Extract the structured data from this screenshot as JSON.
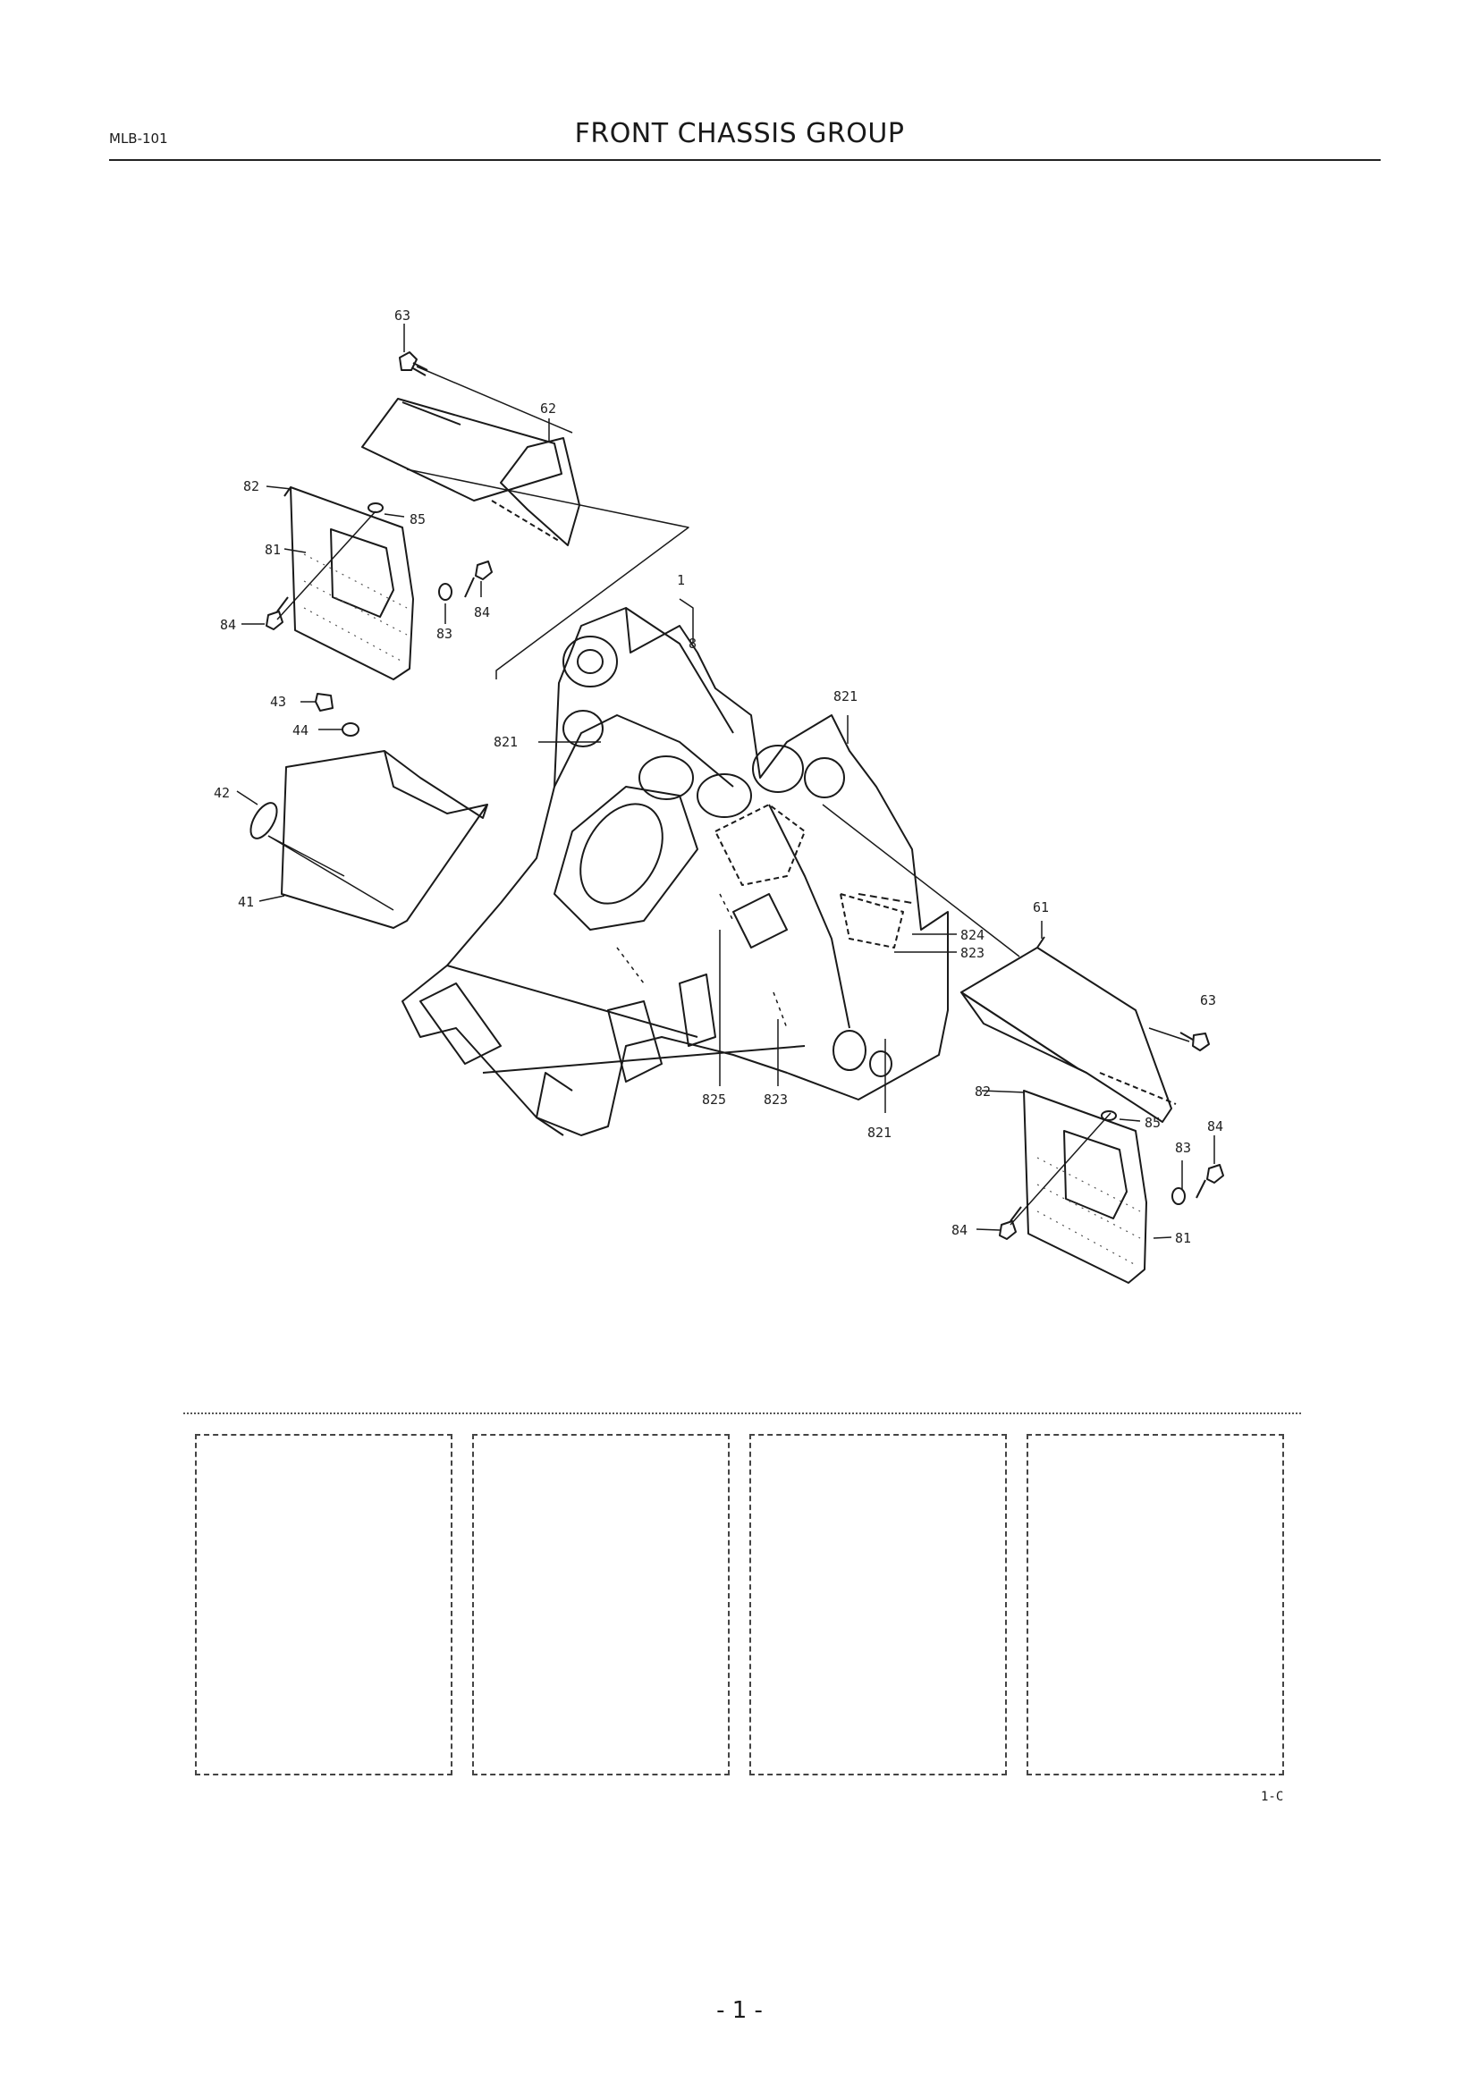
{
  "header": {
    "doc_code": "MLB-101",
    "title": "FRONT CHASSIS GROUP"
  },
  "callouts": {
    "c63_top": "63",
    "c62": "62",
    "c82_left": "82",
    "c85_left": "85",
    "c81_left": "81",
    "c84_left_bolt": "84",
    "c83_left": "83",
    "c84_left": "84",
    "c1": "1",
    "c8": "8",
    "c43": "43",
    "c44": "44",
    "c821_left": "821",
    "c821_top": "821",
    "c42": "42",
    "c41": "41",
    "c61": "61",
    "c824": "824",
    "c823_right": "823",
    "c63_right": "63",
    "c825": "825",
    "c823_bottom": "823",
    "c821_bottom": "821",
    "c82_right": "82",
    "c85_right": "85",
    "c84_right": "84",
    "c83_right": "83",
    "c84_right_bolt": "84",
    "c81_right": "81"
  },
  "footer": {
    "figure_code": "1-C",
    "page_number": "- 1 -"
  }
}
